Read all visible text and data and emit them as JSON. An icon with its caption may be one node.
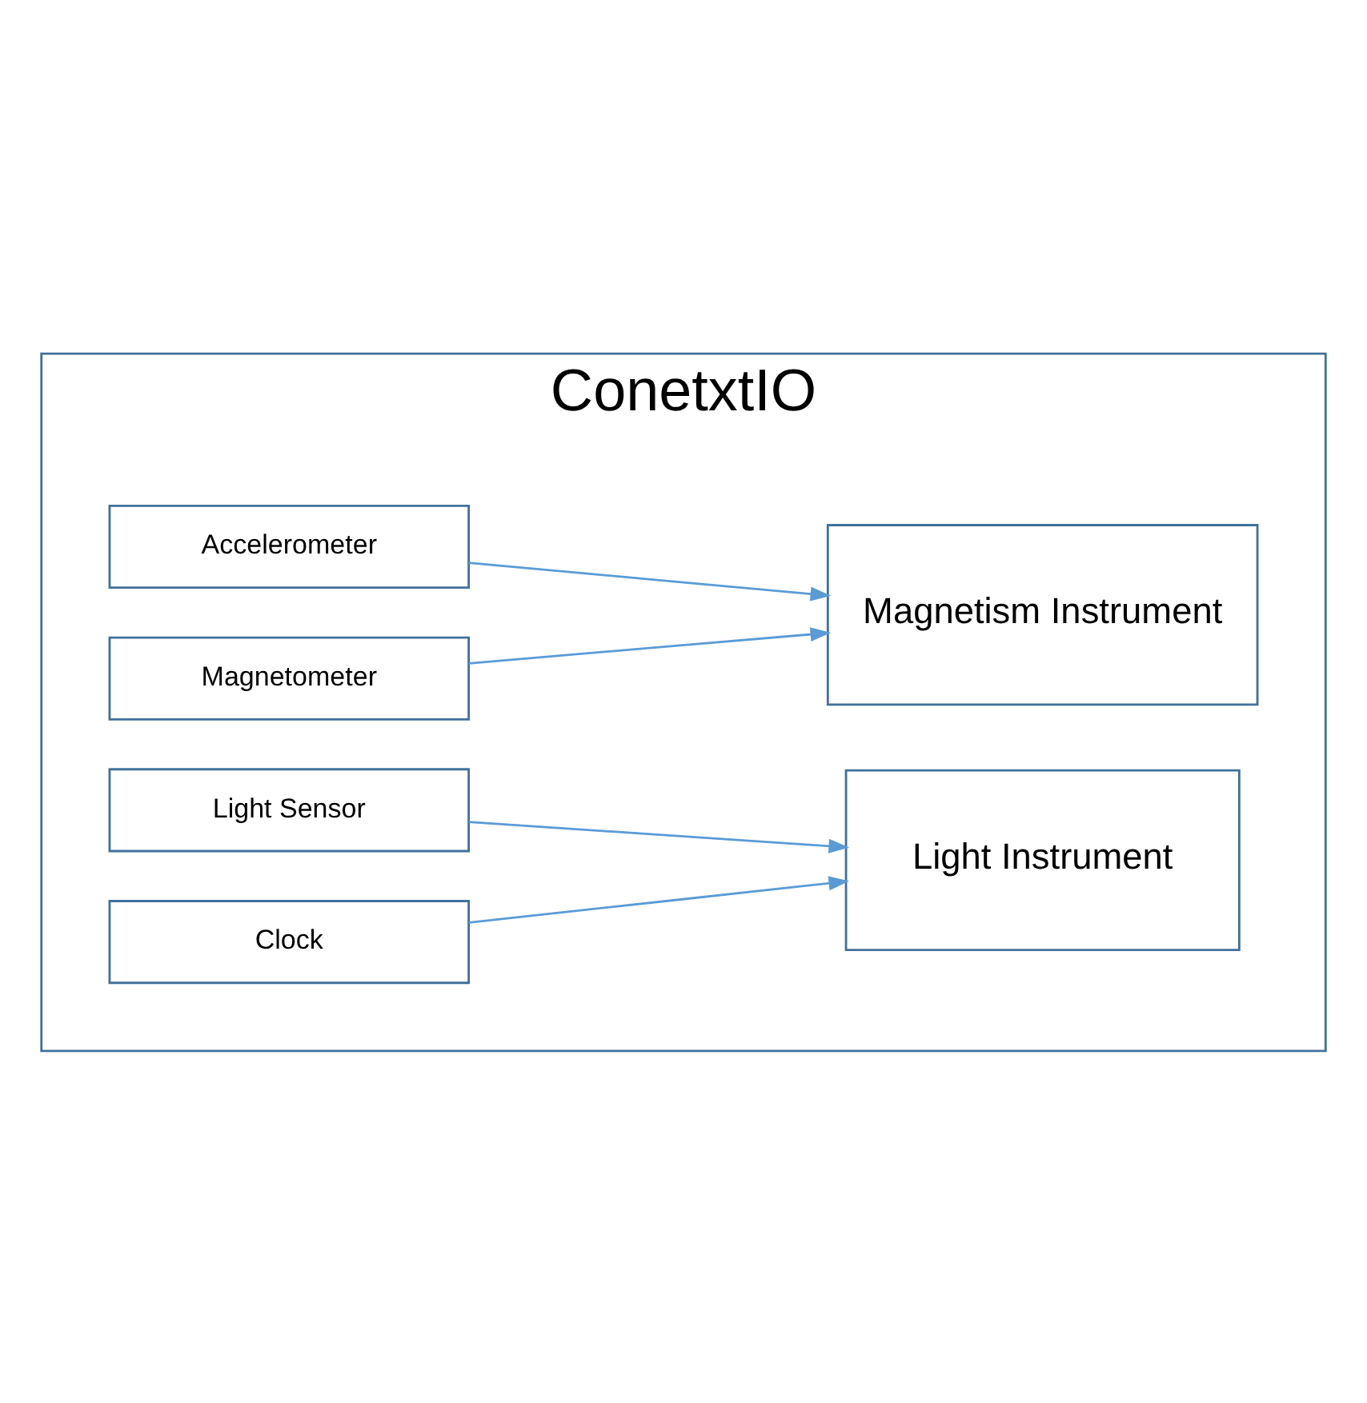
{
  "diagram": {
    "nodes": [
      {
        "text": [
          "ConetxtIO"
        ]
      },
      {
        "text": [
          "Accelerometer"
        ],
        "in": 0
      },
      {
        "text": [
          "Magnetometer"
        ],
        "in": 0
      },
      {
        "text": [
          "Magnetism Instrument"
        ],
        "in": 0
      },
      {
        "text": [
          "Light Sensor"
        ],
        "in": 0
      },
      {
        "text": [
          "Clock"
        ],
        "in": 0
      },
      {
        "text": [
          "Light Instrument"
        ],
        "in": 0
      }
    ],
    "edges": [
      {
        "from": 1,
        "to": 3,
        "arrow": "to"
      },
      {
        "from": 2,
        "to": 3,
        "arrow": "to"
      },
      {
        "from": 4,
        "to": 6,
        "arrow": "to"
      },
      {
        "from": 5,
        "to": 6,
        "arrow": "to"
      }
    ]
  }
}
